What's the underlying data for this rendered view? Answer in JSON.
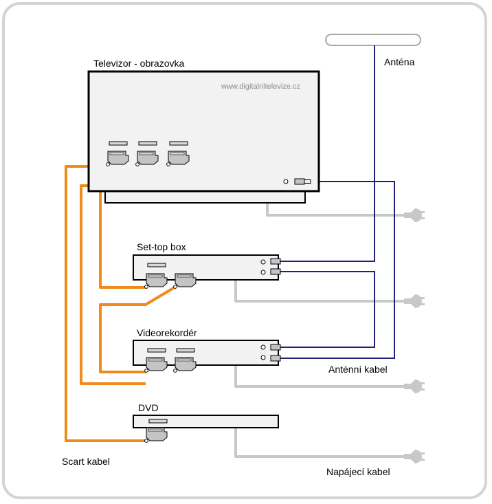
{
  "labels": {
    "tv": "Televizor - obrazovka",
    "watermark": "www.digitalnitelevize.cz",
    "antenna": "Anténa",
    "settop": "Set-top box",
    "vcr": "Videorekordér",
    "dvd": "DVD",
    "antenna_cable": "Anténní kabel",
    "scart_cable": "Scart kabel",
    "power_cable": "Napájecí kabel"
  },
  "colors": {
    "scart_cable": "#f08a1c",
    "antenna_cable": "#1f1f7a",
    "power_cable": "#c8c8c8",
    "device_fill": "#f2f2f2",
    "outline": "#000000",
    "frame": "#d4d4d4"
  }
}
